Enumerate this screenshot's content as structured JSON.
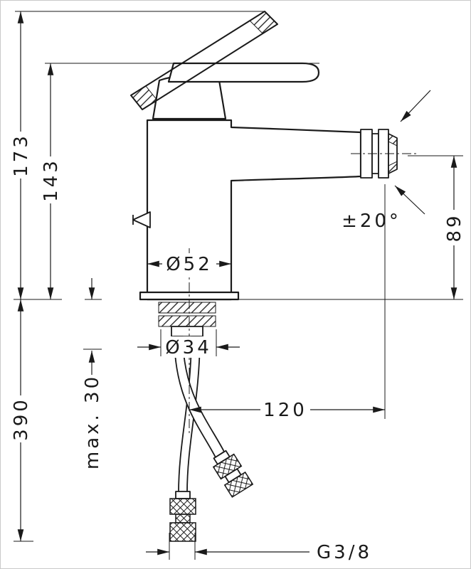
{
  "colors": {
    "line": "#1a1a1a",
    "background": "#ffffff",
    "frame": "#c9c9c9"
  },
  "labels": {
    "total_height": "173",
    "spout_height": "143",
    "below_deck": "390",
    "deck_thickness": "max. 30",
    "body_diameter": "Ø52",
    "shank_diameter": "Ø34",
    "reach": "120",
    "outlet_height": "89",
    "swivel_angle": "±20°",
    "thread": "G3/8"
  }
}
